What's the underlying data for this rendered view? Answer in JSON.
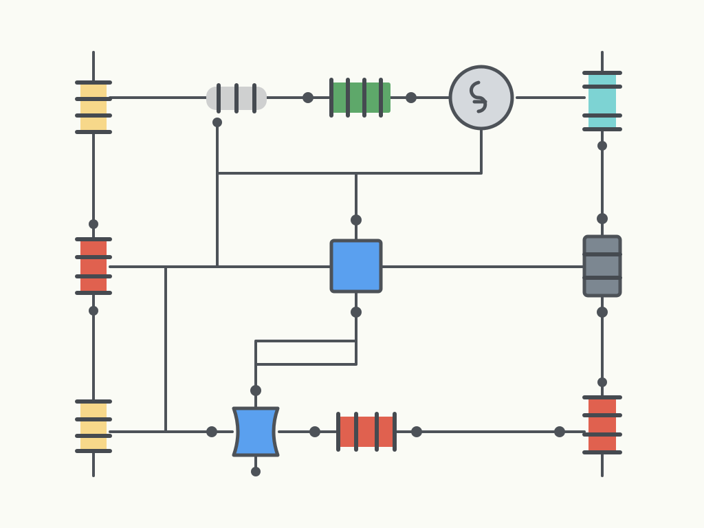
{
  "diagram": {
    "type": "circuit-schematic",
    "colors": {
      "background": "#fafbf5",
      "wire": "#4d5258",
      "yellow": "#f7d88a",
      "red": "#e0614f",
      "green": "#5ea86a",
      "gray": "#cfd0d0",
      "cyan": "#7dd3d3",
      "blue": "#5aa0ef",
      "dark_gray": "#7c8791",
      "source_fill": "#d5d9dd"
    },
    "components": [
      {
        "id": "left-top-resistor",
        "icon": "yellow-resistor",
        "color": "yellow"
      },
      {
        "id": "left-middle-resistor",
        "icon": "red-resistor",
        "color": "red"
      },
      {
        "id": "left-bottom-resistor",
        "icon": "yellow-resistor",
        "color": "yellow"
      },
      {
        "id": "top-gray-resistor",
        "icon": "gray-resistor",
        "color": "gray"
      },
      {
        "id": "top-green-resistor",
        "icon": "green-resistor",
        "color": "green"
      },
      {
        "id": "ac-source",
        "icon": "ac-source-icon",
        "color": "source_fill"
      },
      {
        "id": "right-top-capacitor",
        "icon": "cyan-capacitor",
        "color": "cyan"
      },
      {
        "id": "right-middle-component",
        "icon": "dark-gray-component",
        "color": "dark_gray"
      },
      {
        "id": "right-bottom-resistor",
        "icon": "red-resistor",
        "color": "red"
      },
      {
        "id": "center-chip",
        "icon": "blue-chip",
        "color": "blue"
      },
      {
        "id": "bottom-fuse",
        "icon": "blue-fuse",
        "color": "blue"
      },
      {
        "id": "bottom-red-resistor",
        "icon": "red-resistor",
        "color": "red"
      }
    ]
  }
}
